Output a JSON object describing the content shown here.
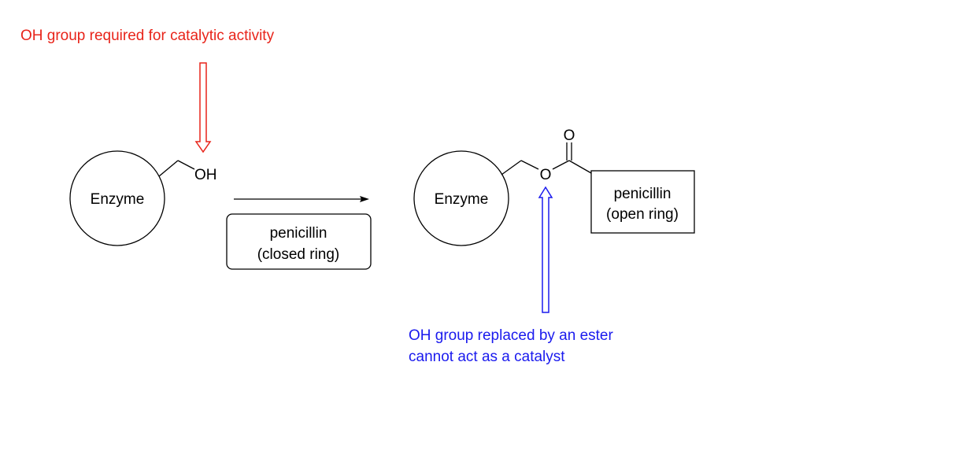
{
  "annotations": {
    "top": "OH group required for catalytic activity",
    "bottom_line1": "OH group replaced by an ester",
    "bottom_line2": "cannot act as a catalyst"
  },
  "colors": {
    "top_annotation": "#e8241a",
    "bottom_annotation": "#1a1aee",
    "structure": "#000000"
  },
  "reactant": {
    "enzyme_label": "Enzyme",
    "oh_label": "OH"
  },
  "reagent": {
    "line1": "penicillin",
    "line2": "(closed ring)"
  },
  "product": {
    "enzyme_label": "Enzyme",
    "ester_o_label": "O",
    "carbonyl_o_label": "O",
    "box_line1": "penicillin",
    "box_line2": "(open ring)"
  }
}
